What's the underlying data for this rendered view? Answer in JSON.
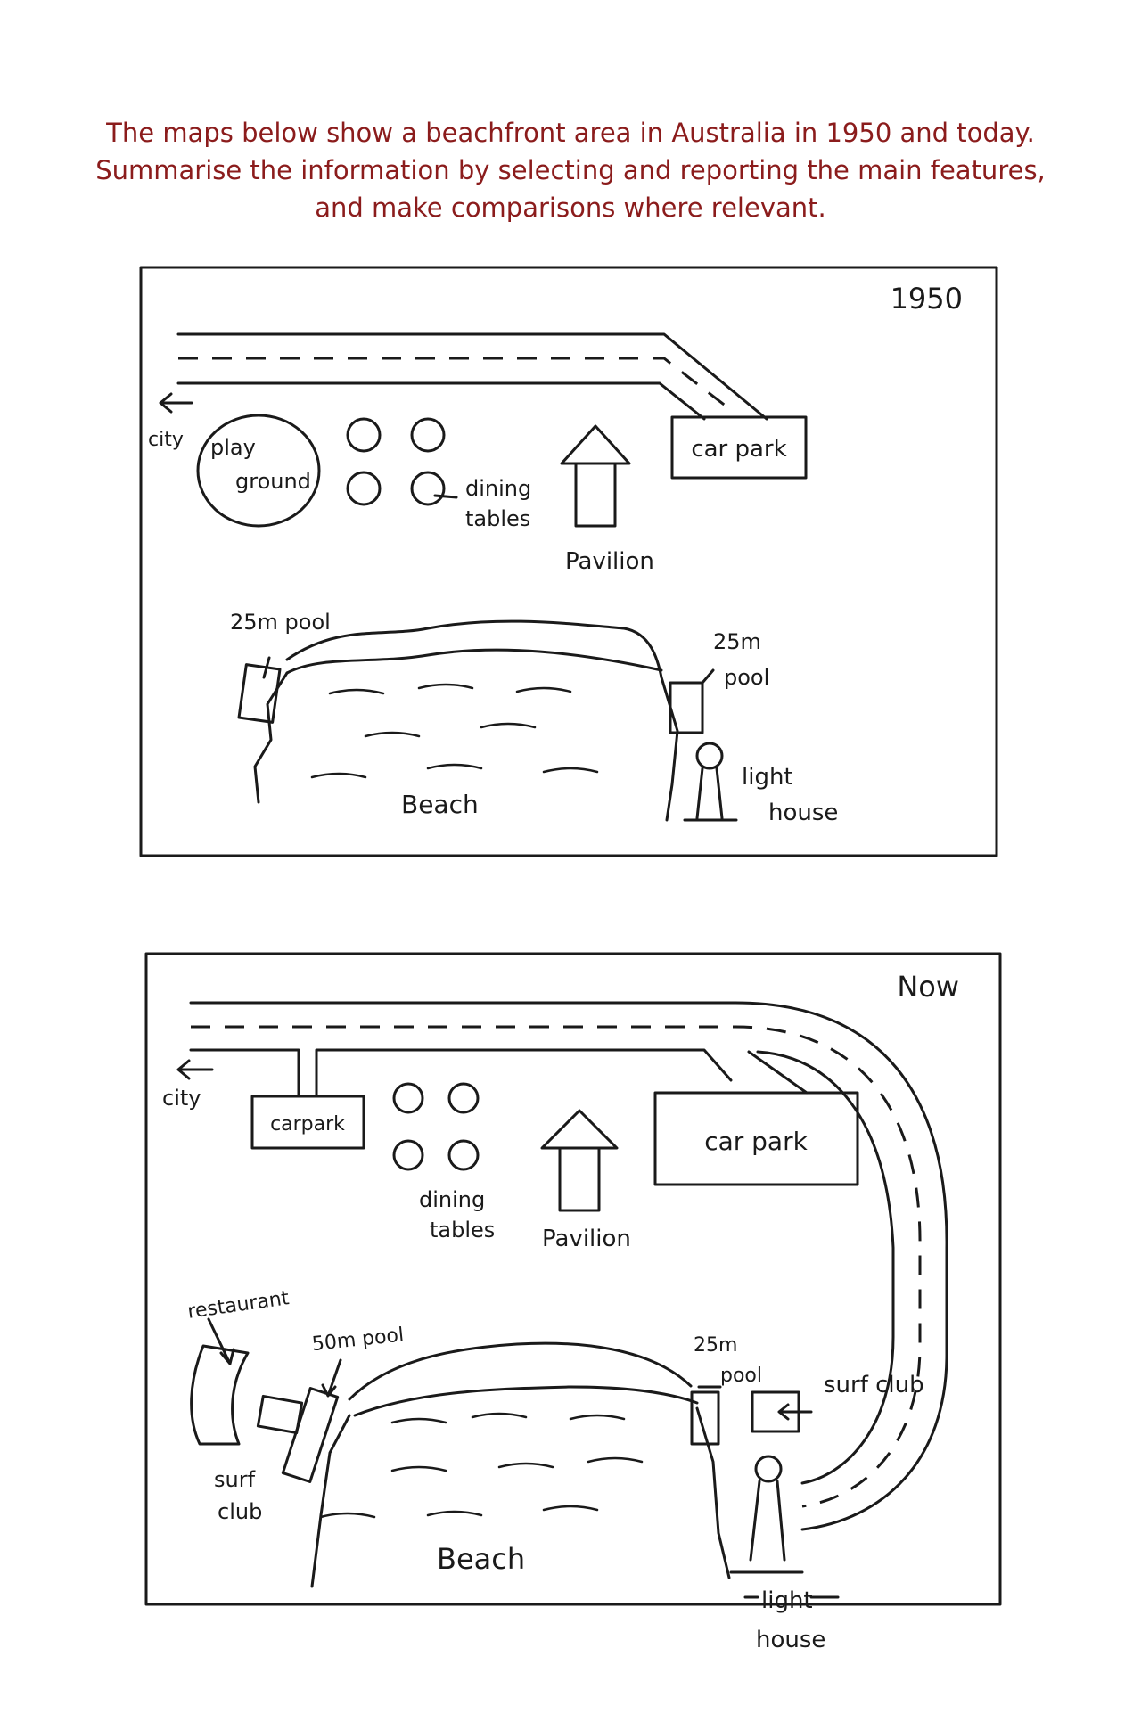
{
  "prompt": {
    "lines": [
      "The maps below show a beachfront area in Australia in 1950 and today.",
      "Summarise the information by selecting and reporting the main features,",
      "and make comparisons where relevant."
    ],
    "color": "#8b1c1c"
  },
  "map_1950": {
    "year": "1950",
    "city": "city",
    "playground": [
      "play",
      "ground"
    ],
    "dining_tables": [
      "dining",
      "tables"
    ],
    "pavilion": "Pavilion",
    "car_park": "car park",
    "pool_left": "25m pool",
    "pool_right": [
      "25m",
      "pool"
    ],
    "lighthouse": [
      "light",
      "house"
    ],
    "beach": "Beach"
  },
  "map_now": {
    "year": "Now",
    "city": "city",
    "car_park_small": "carpark",
    "car_park_large": "car park",
    "dining_tables": [
      "dining",
      "tables"
    ],
    "pavilion": "Pavilion",
    "restaurant": "restaurant",
    "pool_left": "50m pool",
    "pool_right": [
      "25m",
      "pool"
    ],
    "surf_club_left": [
      "surf",
      "club"
    ],
    "surf_club_right": "surf club",
    "lighthouse": [
      "light",
      "house"
    ],
    "beach": "Beach"
  }
}
